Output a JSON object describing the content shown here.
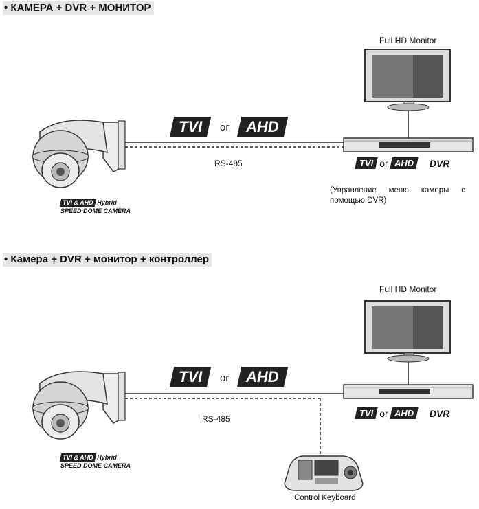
{
  "sections": [
    {
      "heading": "• КАМЕРА + DVR + МОНИТОР",
      "monitor_label": "Full HD Monitor",
      "tvi": "TVI",
      "or": "or",
      "ahd": "AHD",
      "rs485": "RS-485",
      "dvr_tvi": "TVI",
      "dvr_or": "or",
      "dvr_ahd": "AHD",
      "dvr_label": "DVR",
      "camera_tag": "TVI & AHD",
      "camera_hybrid": "Hybrid",
      "camera_caption": "SPEED DOME CAMERA",
      "note": "(Управление меню камеры с помощью DVR)"
    },
    {
      "heading": "• Камера + DVR + монитор + контроллер",
      "monitor_label": "Full HD Monitor",
      "tvi": "TVI",
      "or": "or",
      "ahd": "AHD",
      "rs485": "RS-485",
      "dvr_tvi": "TVI",
      "dvr_or": "or",
      "dvr_ahd": "AHD",
      "dvr_label": "DVR",
      "camera_tag": "TVI & AHD",
      "camera_hybrid": "Hybrid",
      "camera_caption": "SPEED DOME CAMERA",
      "keyboard_label": "Control Keyboard"
    }
  ]
}
